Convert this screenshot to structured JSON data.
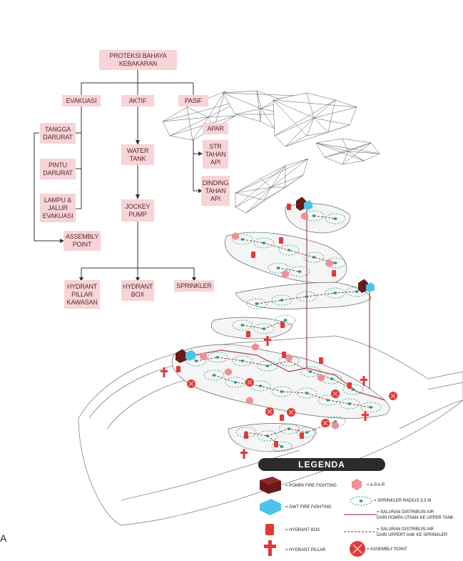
{
  "flowchart": {
    "root": "PROTEKSI BAHAYA\nKEBAKARAN",
    "evakuasi": "EVAKUASI",
    "aktif": "AKTIF",
    "pasif": "PASIF",
    "tangga": "TANGGA\nDARURAT",
    "pintu": "PINTU\nDARURAT",
    "lampu": "LAMPU &\nJALUR\nEVAKUASI",
    "assembly": "ASSEMBLY\nPOINT",
    "water_tank": "WATER\nTANK",
    "jockey": "JOCKEY\nPUMP",
    "hydrant_pillar": "HYDRANT\nPILLAR\nKAWASAN",
    "hydrant_box": "HYDRANT\nBOX",
    "sprinkler": "SPRINKLER",
    "apar": "APAR",
    "str": "STR\nTAHAN\nAPI",
    "dinding": "DINDING\nTAHAN\nAPI"
  },
  "legend": {
    "title": "LEGENDA",
    "pompa": "= POMPA FIRE FIGHTING",
    "gwt": "= GWT FIRE FIGHTING",
    "hydrant_box": "= HYDRANT BOX",
    "hydrant_pillar": "= HYDRANT PILLAR",
    "apar": "= A.P.A.R",
    "sprinkler_radius": "= SPRINKLER RADIUS 3.5 M",
    "saluran_utama": "= SALURAN DISTRIBUSI AIR\n   DARI POMPA UTAMA KE UPPER TANK",
    "saluran_sprinkler": "= SALURAN DISTRIBUSI AIR\n   DARI UPPERT ANK KE SPRINKLER",
    "assembly_point": "= ASSEMBLY POINT"
  },
  "corner_letter": "A",
  "colors": {
    "box_fill": "#f7d4d7",
    "box_text": "#5a2a30",
    "pompa": "#6b1a1a",
    "gwt": "#4cc3ea",
    "hydrant": "#e03a3a",
    "apar": "#ef8f98",
    "sprinkler": "#1a9b8a",
    "pipe_main": "#9b4a4a",
    "pipe_sprinkler": "#9b2a2a",
    "legend_bar": "#2b2b2b"
  }
}
